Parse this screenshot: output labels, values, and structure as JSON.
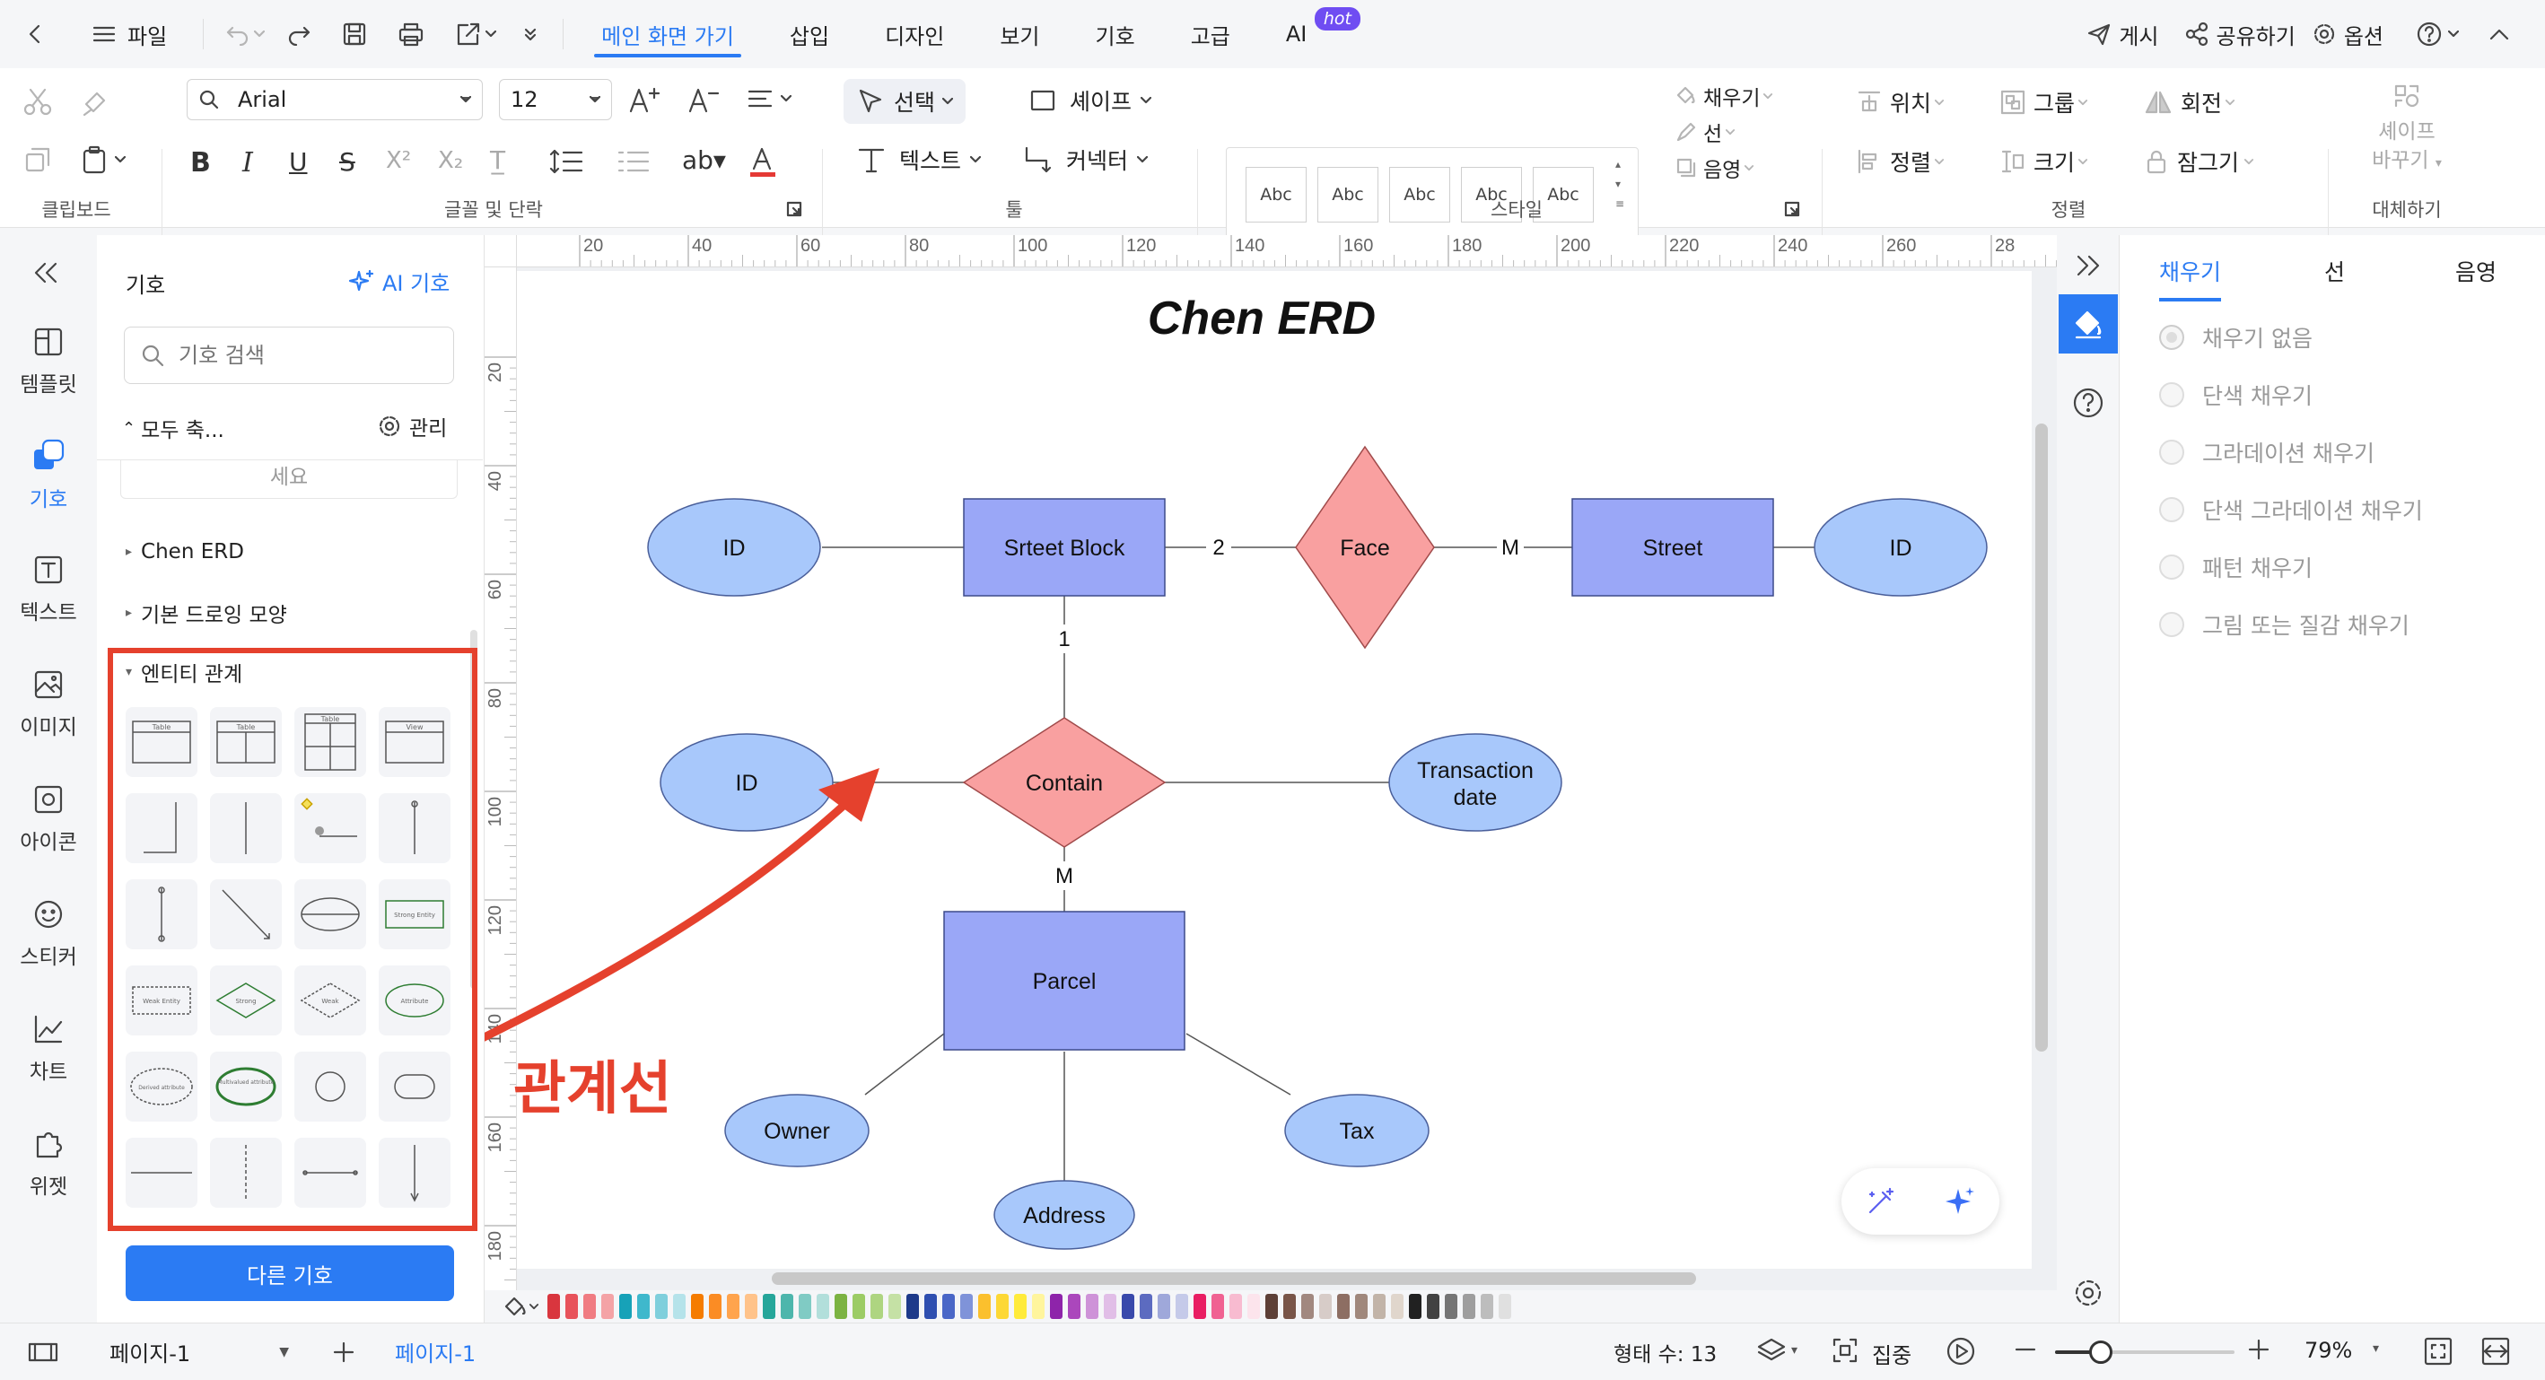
{
  "titlebar": {
    "file": "파일",
    "tabs": [
      "메인 화면 가기",
      "삽입",
      "디자인",
      "보기",
      "기호",
      "고급",
      "AI"
    ],
    "hot": "hot",
    "publish": "게시",
    "share": "공유하기",
    "options": "옵션"
  },
  "ribbon": {
    "font": "Arial",
    "size": "12",
    "select": "선택",
    "shape": "셰이프",
    "text": "텍스트",
    "connector": "커넥터",
    "abc": [
      "Abc",
      "Abc",
      "Abc",
      "Abc",
      "Abc"
    ],
    "fill": "채우기",
    "line": "선",
    "shadow": "음영",
    "position": "위치",
    "group": "그룹",
    "rotate": "회전",
    "align": "정렬",
    "size_btn": "크기",
    "lock": "잠그기",
    "replace_shape": [
      "셰이프",
      "바꾸기"
    ],
    "labels": {
      "clipboard": "클립보드",
      "font_para": "글꼴 및 단락",
      "tools": "툴",
      "style": "스타일",
      "arrange": "정렬",
      "replace": "대체하기"
    }
  },
  "leftnav": [
    "템플릿",
    "기호",
    "텍스트",
    "이미지",
    "아이콘",
    "스티커",
    "차트",
    "위젯"
  ],
  "sympanel": {
    "title": "기호",
    "ai": "AI 기호",
    "search_placeholder": "기호 검색",
    "collapse": "모두 축...",
    "manage": "관리",
    "cut_item": "세요",
    "lib1": "Chen ERD",
    "lib2": "기본 드로잉 모양",
    "lib3": "엔티티 관계",
    "more": "다른 기호",
    "tile_labels": {
      "table": "Table",
      "view": "View",
      "strong_entity": "Strong Entity",
      "weak_entity": "Weak Entity",
      "strong": "Strong",
      "weak": "Weak",
      "attribute": "Attribute",
      "derived": "Derived attribute",
      "multivalued": "Multivalued attribute"
    }
  },
  "annotation": {
    "label": "관계선",
    "color": "#e5412d"
  },
  "diagram": {
    "title": "Chen ERD",
    "entities": [
      "Srteet Block",
      "Street",
      "Parcel"
    ],
    "relations": [
      "Face",
      "Contain"
    ],
    "attributes": [
      "ID",
      "ID",
      "ID",
      "Transaction date",
      "Owner",
      "Tax",
      "Address"
    ],
    "cardinalities": [
      "2",
      "M",
      "1",
      "M"
    ],
    "colors": {
      "entity": "#9aa7f7",
      "relation": "#f9a0a0",
      "attribute": "#a8c8fb"
    }
  },
  "ruler": {
    "top": [
      "20",
      "40",
      "60",
      "80",
      "100",
      "120",
      "140",
      "160",
      "180",
      "200",
      "220",
      "240",
      "260",
      "28"
    ],
    "left": [
      "20",
      "40",
      "60",
      "80",
      "100",
      "120",
      "140",
      "160",
      "180"
    ]
  },
  "rightpanel": {
    "tabs": [
      "채우기",
      "선",
      "음영"
    ],
    "options": [
      "채우기 없음",
      "단색 채우기",
      "그라데이션 채우기",
      "단색 그라데이션 채우기",
      "패턴 채우기",
      "그림 또는 질감 채우기"
    ]
  },
  "statusbar": {
    "page_select": "페이지-1",
    "page_tab": "페이지-1",
    "shape_count": "형태 수: 13",
    "focus": "집중",
    "zoom": "79%"
  },
  "palette": [
    "#d9363e",
    "#e8535b",
    "#f07c82",
    "#f4a3a6",
    "#17a2b8",
    "#3fb8cc",
    "#7fcfdc",
    "#b5e3ea",
    "#f57c00",
    "#fb8c24",
    "#ffa44d",
    "#ffc38a",
    "#26a69a",
    "#4db6ac",
    "#80cbc4",
    "#b2dfdb",
    "#7cb342",
    "#9ccc65",
    "#aed581",
    "#c5e1a5",
    "#1e3a8a",
    "#2f4fb0",
    "#4a67c7",
    "#7f93d9",
    "#fbc02d",
    "#fdd835",
    "#ffeb3b",
    "#fff59d",
    "#8e24aa",
    "#ab47bc",
    "#ce93d8",
    "#e1bee7",
    "#3949ab",
    "#5c6bc0",
    "#9fa8da",
    "#c5cae9",
    "#e91e63",
    "#f06292",
    "#f8bbd0",
    "#fce4ec",
    "#5d4037",
    "#795548",
    "#a1887f",
    "#d7ccc8",
    "#8d6e63",
    "#a0887c",
    "#c2b4a8",
    "#e0d6cc",
    "#212121",
    "#424242",
    "#757575",
    "#9e9e9e",
    "#bdbdbd",
    "#e0e0e0"
  ]
}
